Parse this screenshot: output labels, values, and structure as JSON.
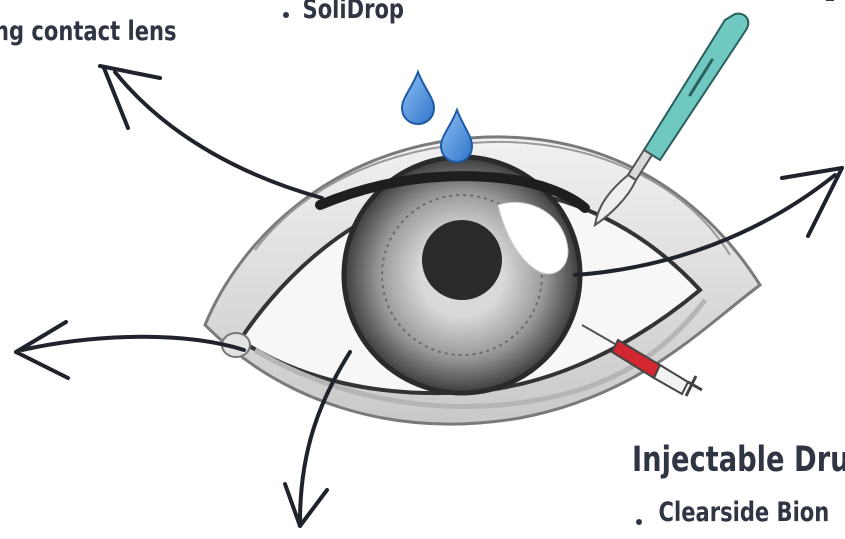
{
  "labels": {
    "contact_lens": "ng contact lens",
    "solidrop": "SoliDrop",
    "injectable": "Injectable Dru",
    "clearside": "Clearside Bion"
  },
  "bullet_char": "•",
  "colors": {
    "ink": "#2f3542",
    "arrow": "#1f232b",
    "drop": "#4f8fe0",
    "scalpel": "#6fc9c2",
    "syringe_fluid": "#d22630",
    "iris": "#8a8a8a",
    "pupil": "#2a2a2a"
  },
  "icons": [
    "water-drop-icon",
    "scalpel-icon",
    "syringe-icon",
    "eye-illustration"
  ]
}
